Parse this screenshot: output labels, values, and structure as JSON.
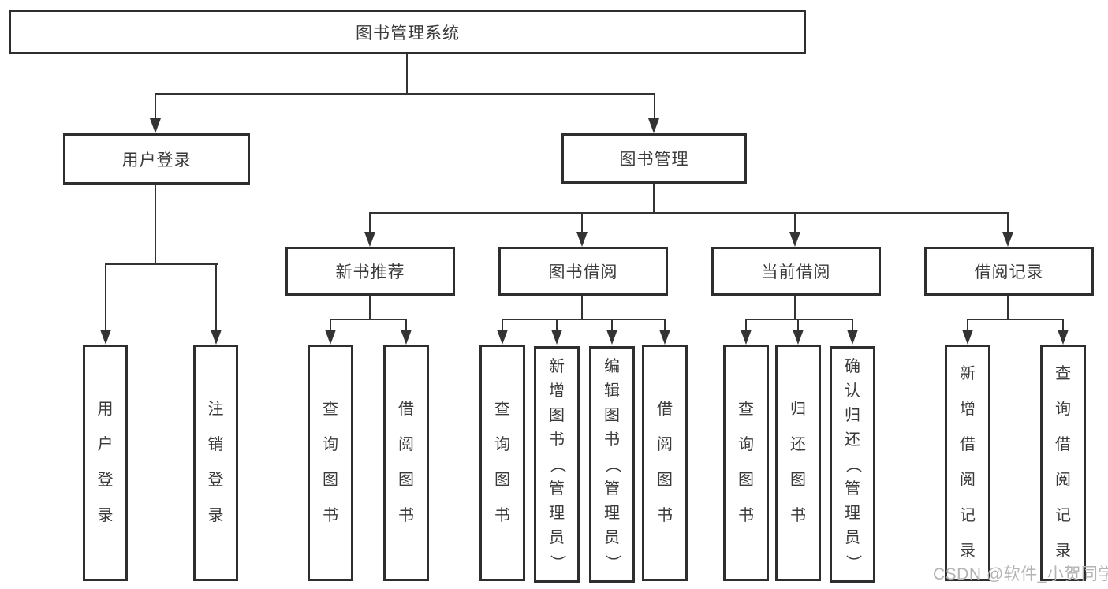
{
  "root": {
    "label": "图书管理系统"
  },
  "branches": {
    "user": {
      "label": "用户登录",
      "children": [
        {
          "label": "用户登录"
        },
        {
          "label": "注销登录"
        }
      ]
    },
    "mgmt": {
      "label": "图书管理",
      "sections": [
        {
          "label": "新书推荐",
          "children": [
            {
              "label": "查询图书"
            },
            {
              "label": "借阅图书"
            }
          ]
        },
        {
          "label": "图书借阅",
          "children": [
            {
              "label": "查询图书"
            },
            {
              "label": "新增图书（管理员）"
            },
            {
              "label": "编辑图书（管理员）"
            },
            {
              "label": "借阅图书"
            }
          ]
        },
        {
          "label": "当前借阅",
          "children": [
            {
              "label": "查询图书"
            },
            {
              "label": "归还图书"
            },
            {
              "label": "确认归还（管理员）"
            }
          ]
        },
        {
          "label": "借阅记录",
          "children": [
            {
              "label": "新增借阅记录"
            },
            {
              "label": "查询借阅记录"
            }
          ]
        }
      ]
    }
  },
  "watermark": {
    "text": "CSDN @软件_小贺同学"
  },
  "colors": {
    "line": "#333333",
    "border": "#2e2e2e",
    "text": "#3a3a3a",
    "watermark": "#b3b3b3",
    "background": "#ffffff"
  }
}
